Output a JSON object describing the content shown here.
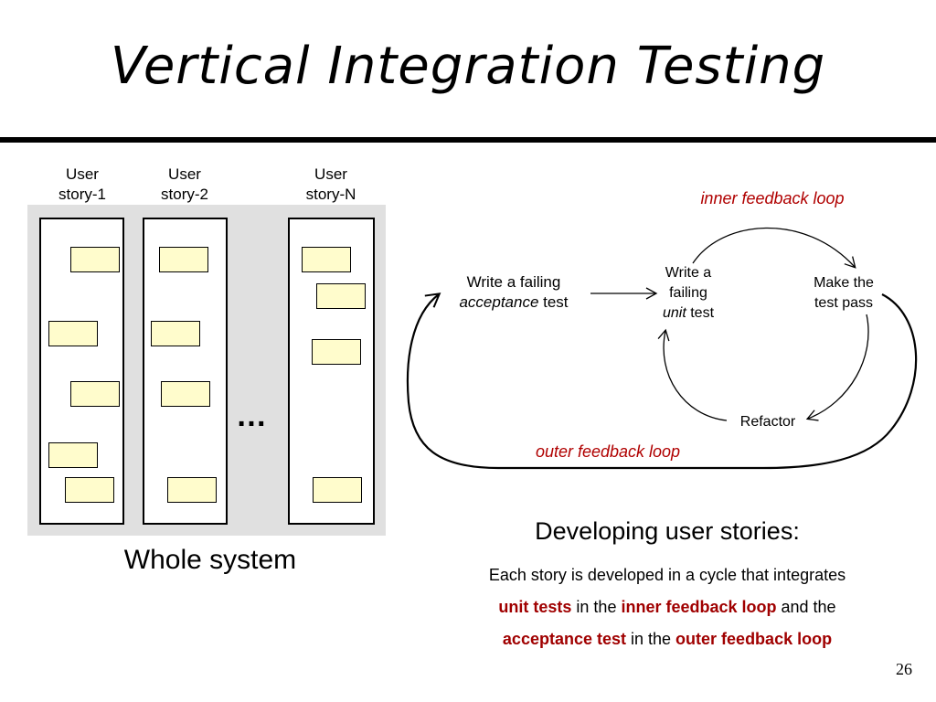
{
  "slide": {
    "title": "Vertical Integration Testing",
    "page_number": "26"
  },
  "system": {
    "stories": [
      {
        "label": "User\nstory-1"
      },
      {
        "label": "User\nstory-2"
      },
      {
        "label": "User\nstory-N"
      }
    ],
    "ellipsis": "…",
    "caption": "Whole system"
  },
  "loop_diagram": {
    "inner_loop_label": "inner feedback loop",
    "outer_loop_label": "outer feedback loop",
    "write_acceptance": {
      "line1": "Write a failing",
      "emph": "acceptance",
      "rest": " test"
    },
    "write_unit": {
      "line1": "Write a",
      "line2": "failing",
      "emph": "unit",
      "rest": " test"
    },
    "make_pass": {
      "line1": "Make the",
      "line2": "test pass"
    },
    "refactor": "Refactor"
  },
  "description": {
    "heading": "Developing user stories:",
    "line1": "Each story is developed in a cycle that integrates",
    "line2": {
      "a": "unit tests",
      "b": " in the ",
      "c": "inner feedback loop",
      "d": " and the"
    },
    "line3": {
      "a": "acceptance test",
      "b": " in the ",
      "c": "outer feedback loop"
    }
  },
  "colors": {
    "accent_red": "#b00000",
    "card_fill": "#fffccc",
    "panel_gray": "#e0e0e0"
  }
}
